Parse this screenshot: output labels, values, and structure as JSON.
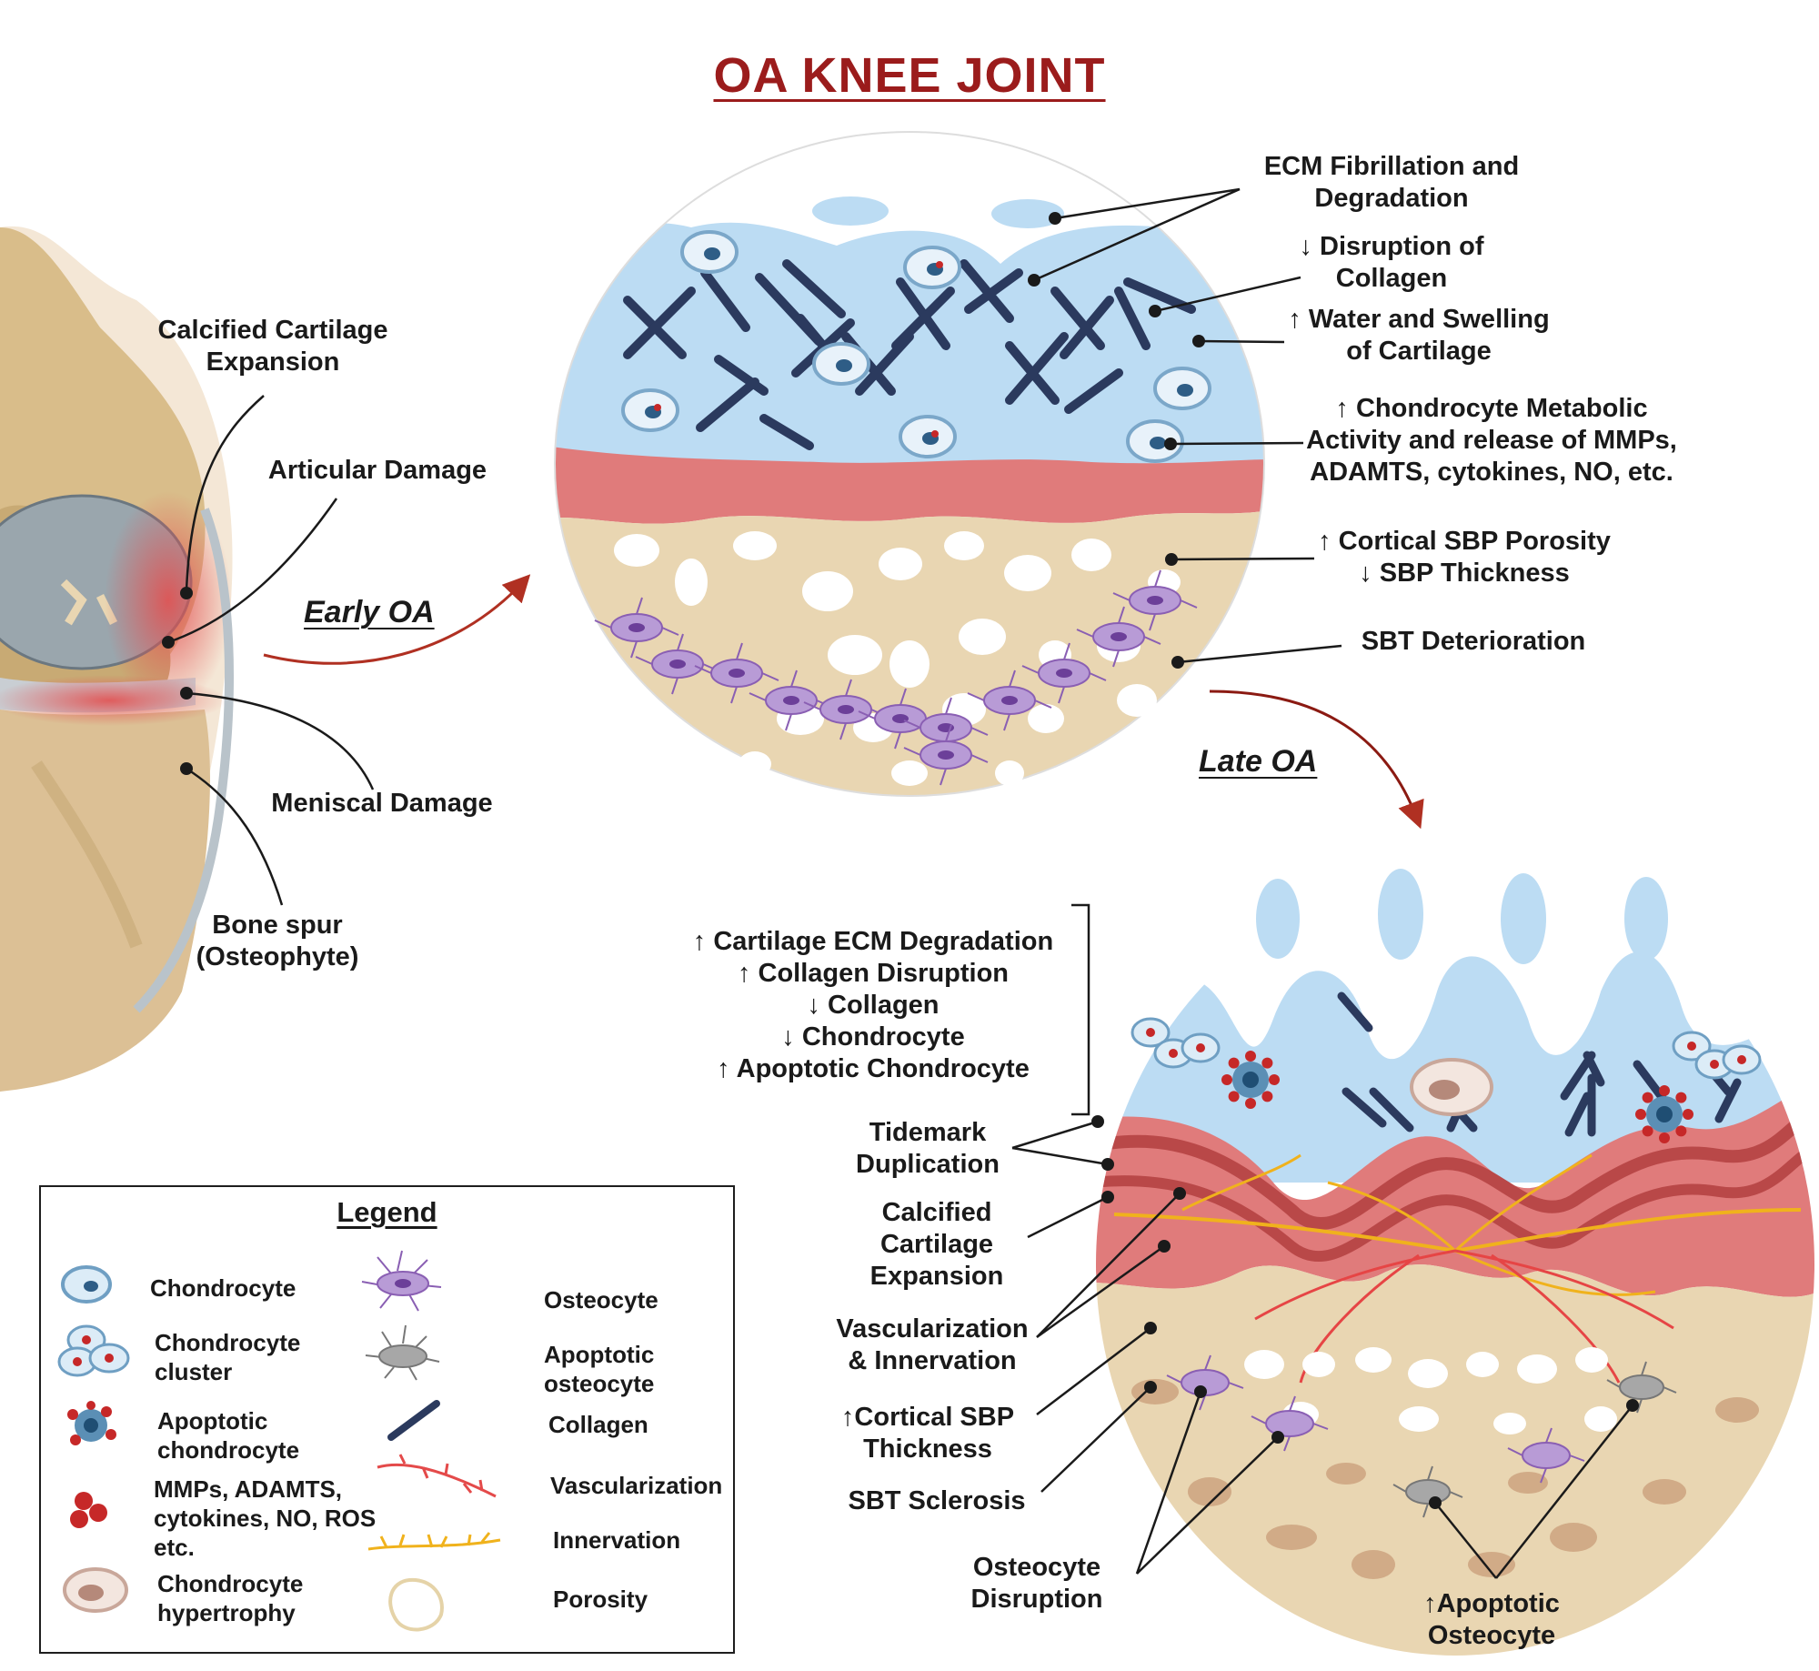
{
  "title": "OA KNEE JOINT",
  "stages": {
    "early": "Early OA",
    "late": "Late OA"
  },
  "joint_labels": {
    "calcified": [
      "Calcified Cartilage",
      "Expansion"
    ],
    "articular": "Articular Damage",
    "meniscal": "Meniscal Damage",
    "bone_spur": [
      "Bone spur",
      "(Osteophyte)"
    ]
  },
  "early_labels": {
    "ecm": [
      "ECM Fibrillation and",
      "Degradation"
    ],
    "collagen": [
      "↓ Disruption of",
      "Collagen"
    ],
    "water": [
      "↑ Water  and Swelling",
      "of Cartilage"
    ],
    "chondro": [
      "↑ Chondrocyte Metabolic",
      "Activity and release of MMPs,",
      "ADAMTS, cytokines, NO, etc."
    ],
    "cortical": [
      "↑ Cortical SBP Porosity",
      "↓ SBP Thickness"
    ],
    "sbt": "SBT Deterioration"
  },
  "late_labels": {
    "summary": [
      "↑ Cartilage ECM Degradation",
      "↑ Collagen Disruption",
      "↓ Collagen",
      "↓ Chondrocyte",
      "↑ Apoptotic Chondrocyte"
    ],
    "tidemark": [
      "Tidemark",
      "Duplication"
    ],
    "calcified": [
      "Calcified",
      "Cartilage",
      "Expansion"
    ],
    "vascular": [
      "Vascularization",
      "& Innervation"
    ],
    "cortical": [
      "↑Cortical SBP",
      "Thickness"
    ],
    "sclerosis": "SBT Sclerosis",
    "osteocyte": [
      "Osteocyte",
      "Disruption"
    ],
    "apoptotic": [
      "↑Apoptotic",
      "Osteocyte"
    ]
  },
  "legend": {
    "title": "Legend",
    "items": [
      {
        "icon": "chondrocyte-icon",
        "label": [
          "Chondrocyte"
        ]
      },
      {
        "icon": "chondrocyte-cluster-icon",
        "label": [
          "Chondrocyte",
          "cluster"
        ]
      },
      {
        "icon": "apoptotic-chondrocyte-icon",
        "label": [
          "Apoptotic",
          "chondrocyte"
        ]
      },
      {
        "icon": "mmps-icon",
        "label": [
          "MMPs, ADAMTS,",
          "cytokines, NO, ROS",
          "etc."
        ]
      },
      {
        "icon": "hypertrophy-icon",
        "label": [
          "Chondrocyte",
          "hypertrophy"
        ]
      },
      {
        "icon": "osteocyte-icon",
        "label": [
          "Osteocyte"
        ]
      },
      {
        "icon": "apoptotic-osteocyte-icon",
        "label": [
          "Apoptotic",
          "osteocyte"
        ]
      },
      {
        "icon": "collagen-icon",
        "label": [
          "Collagen"
        ]
      },
      {
        "icon": "vascularization-icon",
        "label": [
          "Vascularization"
        ]
      },
      {
        "icon": "innervation-icon",
        "label": [
          "Innervation"
        ]
      },
      {
        "icon": "porosity-icon",
        "label": [
          "Porosity"
        ]
      }
    ]
  },
  "colors": {
    "title": "#9b1c1c",
    "cartilage": "#bcdcf3",
    "calcified": "#e07b7b",
    "bone": "#e9d6b2",
    "collagen": "#2b3a5e",
    "osteocyte": "#a989c8",
    "arrow": "#b03022"
  }
}
